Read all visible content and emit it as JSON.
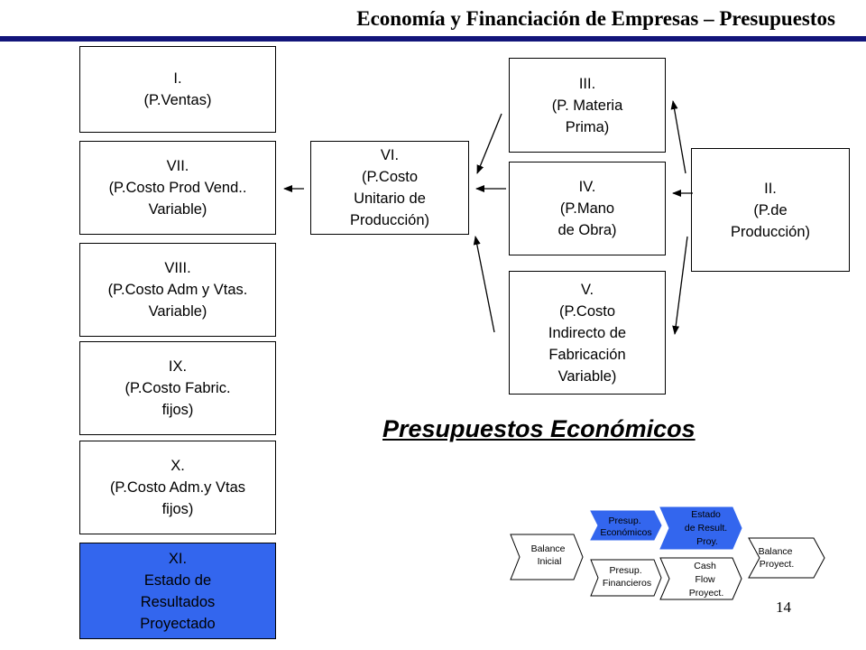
{
  "header": {
    "title": "Economía y Financiación de Empresas – Presupuestos"
  },
  "boxes": {
    "b1": "I.\n(P.Ventas)",
    "b7": "VII.\n(P.Costo Prod Vend..\nVariable)",
    "b8": "VIII.\n(P.Costo Adm y Vtas.\nVariable)",
    "b9": "IX.\n(P.Costo Fabric.\nfijos)",
    "b10": "X.\n(P.Costo Adm.y Vtas\nfijos)",
    "b11": "XI.\nEstado de\nResultados\nProyectado",
    "b6": "VI.\n(P.Costo\nUnitario de\nProducción)",
    "b3": "III.\n(P. Materia\nPrima)",
    "b4": "IV.\n(P.Mano\nde Obra)",
    "b5": "V.\n(P.Costo\nIndirecto de\nFabricación\nVariable)",
    "b2": "II.\n(P.de\nProducción)"
  },
  "section_title": "Presupuestos Económicos",
  "mini_diagram": {
    "balance_inicial": [
      "Balance",
      "Inicial"
    ],
    "presup_economicos": [
      "Presup.",
      "Económicos"
    ],
    "presup_financieros": [
      "Presup.",
      "Financieros"
    ],
    "estado_result": [
      "Estado",
      "de Result.",
      "Proy."
    ],
    "cash_flow": [
      "Cash",
      "Flow",
      "Proyect."
    ],
    "balance_proyect": [
      "Balance",
      "Proyect."
    ]
  },
  "colors": {
    "highlight": "#3366ee",
    "header_rule": "#12157a"
  },
  "page_number": "14"
}
